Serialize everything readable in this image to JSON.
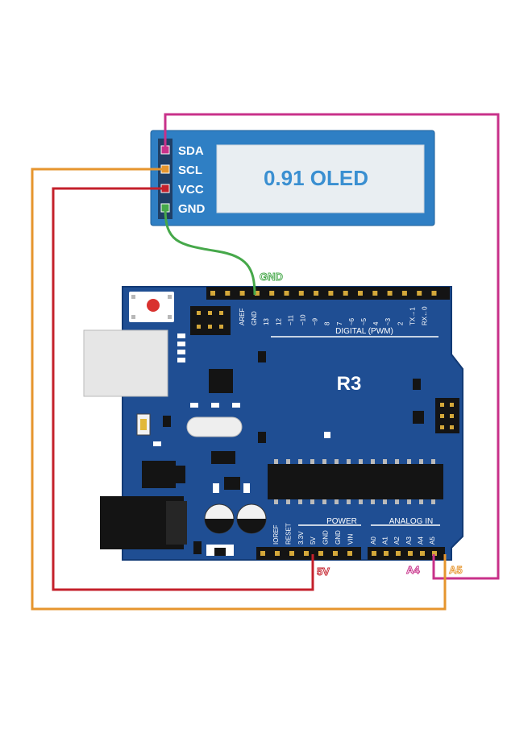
{
  "oled": {
    "display_text": "0.91 OLED",
    "pins": [
      "SDA",
      "SCL",
      "VCC",
      "GND"
    ]
  },
  "board": {
    "model": "R3",
    "digital_label": "DIGITAL  (PWM)",
    "power_label": "POWER",
    "analog_label": "ANALOG IN",
    "top_pins": [
      "AREF",
      "GND",
      "13",
      "12",
      "~11",
      "~10",
      "~9",
      "8",
      "7",
      "~6",
      "~5",
      "4",
      "~3",
      "2",
      "TX→1",
      "RX←0"
    ],
    "power_pins": [
      "IOREF",
      "RESET",
      "3.3V",
      "5V",
      "GND",
      "GND",
      "VIN"
    ],
    "analog_pins": [
      "A0",
      "A1",
      "A2",
      "A3",
      "A4",
      "A5"
    ]
  },
  "wires": {
    "gnd_label": "GND",
    "v5_label": "5V",
    "a4_label": "A4",
    "a5_label": "A5"
  },
  "colors": {
    "board": "#1f4e93",
    "board_edge": "#123a75",
    "oled_module": "#2f7fc4",
    "oled_screen": "#e9eef2",
    "oled_text": "#3a8fd1",
    "wire_sda": "#c8318a",
    "wire_scl": "#e6952e",
    "wire_vcc": "#c4202b",
    "wire_gnd": "#46a84a"
  }
}
